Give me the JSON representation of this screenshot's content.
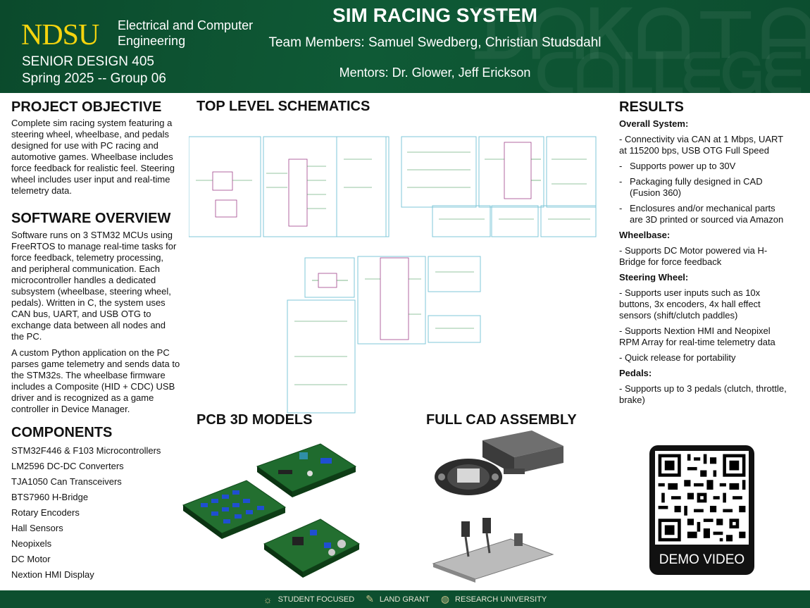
{
  "header": {
    "logo": "NDSU",
    "department": "Electrical and Computer Engineering",
    "course_line1": "SENIOR DESIGN 405",
    "course_line2": "Spring 2025 -- Group 06",
    "title": "SIM RACING SYSTEM",
    "team": "Team Members: Samuel Swedberg, Christian Studsdahl",
    "mentors": "Mentors: Dr. Glower, Jeff Erickson"
  },
  "objective": {
    "heading": "PROJECT OBJECTIVE",
    "text": "Complete sim racing system featuring a steering wheel, wheelbase, and pedals designed for use with PC racing and automotive games. Wheelbase includes force feedback for realistic feel. Steering wheel includes user input and real-time telemetry data."
  },
  "software": {
    "heading": "SOFTWARE OVERVIEW",
    "p1": "Software runs on 3 STM32 MCUs using FreeRTOS to manage real-time tasks for force feedback, telemetry processing, and peripheral communication. Each microcontroller handles a dedicated subsystem (wheelbase, steering wheel, pedals). Written in C, the system uses CAN bus, UART, and USB OTG to exchange data between all nodes and the PC.",
    "p2": "A custom Python application on the PC parses game telemetry and sends data to the STM32s. The wheelbase firmware includes a Composite (HID + CDC) USB driver and is recognized as a game controller in Device Manager."
  },
  "components": {
    "heading": "COMPONENTS",
    "items": [
      "STM32F446 & F103 Microcontrollers",
      "LM2596 DC-DC Converters",
      "TJA1050 Can Transceivers",
      "BTS7960 H-Bridge",
      "Rotary Encoders",
      "Hall Sensors",
      "Neopixels",
      "DC Motor",
      "Nextion HMI Display"
    ]
  },
  "schematics": {
    "heading": "TOP LEVEL SCHEMATICS"
  },
  "pcb": {
    "heading": "PCB 3D MODELS"
  },
  "cad": {
    "heading": "FULL CAD ASSEMBLY"
  },
  "results": {
    "heading": "RESULTS",
    "overall_heading": "Overall System:",
    "overall_first": "- Connectivity via CAN at 1 Mbps, UART at 115200 bps, USB OTG Full Speed",
    "overall_bullets": [
      "Supports power up to 30V",
      "Packaging fully designed in CAD (Fusion 360)",
      "Enclosures and/or mechanical parts are 3D printed or sourced via Amazon"
    ],
    "wheelbase_heading": "Wheelbase:",
    "wheelbase_items": [
      "- Supports DC Motor powered via H-Bridge for force feedback"
    ],
    "steering_heading": "Steering Wheel:",
    "steering_items": [
      "- Supports user inputs such as 10x buttons, 3x encoders, 4x hall effect sensors (shift/clutch paddles)",
      "- Supports Nextion HMI and Neopixel RPM Array for real-time telemetry data",
      "- Quick release for portability"
    ],
    "pedals_heading": "Pedals:",
    "pedals_items": [
      "- Supports up to 3 pedals (clutch, throttle, brake)"
    ]
  },
  "qr": {
    "label": "DEMO VIDEO"
  },
  "footer": {
    "items": [
      "STUDENT FOCUSED",
      "LAND GRANT",
      "RESEARCH UNIVERSITY"
    ]
  },
  "colors": {
    "ndsu_green": "#0f5a36",
    "ndsu_yellow": "#f5d40e"
  }
}
